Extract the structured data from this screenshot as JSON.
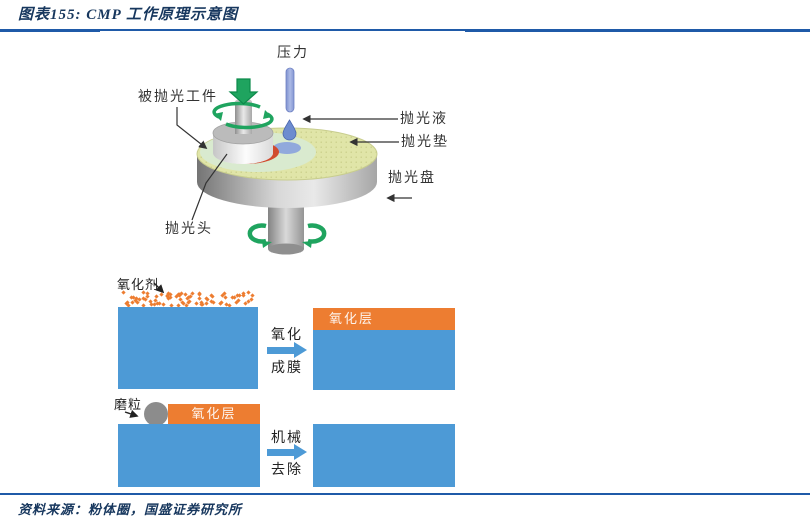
{
  "header": {
    "title": "图表155: CMP 工作原理示意图"
  },
  "footer": {
    "source": "资料来源：粉体圈，国盛证券研究所"
  },
  "cmp_diagram": {
    "labels": {
      "pressure": "压力",
      "workpiece": "被抛光工件",
      "slurry": "抛光液",
      "pad": "抛光垫",
      "platen": "抛光盘",
      "head": "抛光头"
    }
  },
  "process": {
    "step1": {
      "oxidizer_label": "氧化剂",
      "arrow_text_top": "氧化",
      "arrow_text_bottom": "成膜",
      "oxide_layer_label": "氧化层"
    },
    "step2": {
      "abrasive_label": "磨粒",
      "oxide_layer_label": "氧化层",
      "arrow_text_top": "机械",
      "arrow_text_bottom": "去除"
    }
  },
  "colors": {
    "caption_navy": "#17375E",
    "rule_blue": "#1F5AA8",
    "process_blue": "#4D9AD6",
    "process_orange": "#ED7D31",
    "rotation_green": "#1FA45F",
    "abrasive_gray": "#8C8C8C",
    "pad_yellow_green": "#E0E5A8",
    "pressure_periwinkle": "#8FA0D8"
  }
}
